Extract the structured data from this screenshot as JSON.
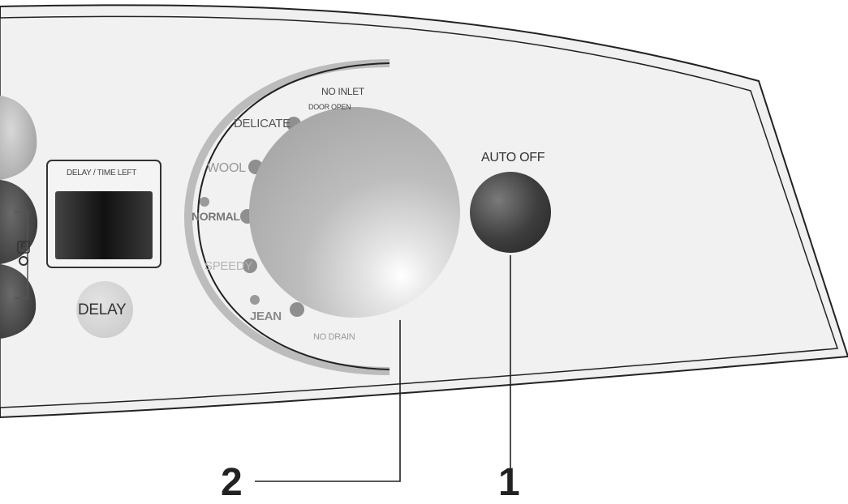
{
  "panel": {
    "delay_display_label": "DELAY / TIME LEFT",
    "delay_button_label": "DELAY",
    "lock_symbol": "F",
    "auto_off_label": "AUTO OFF",
    "dial": {
      "status_top": "NO INLET",
      "status_top_sub": "DOOR OPEN",
      "status_bottom": "NO DRAIN",
      "programs": [
        "DELICATE",
        "WOOL",
        "NORMAL",
        "SPEEDY",
        "JEAN"
      ]
    }
  },
  "callouts": {
    "dial_number": "2",
    "auto_off_number": "1"
  }
}
